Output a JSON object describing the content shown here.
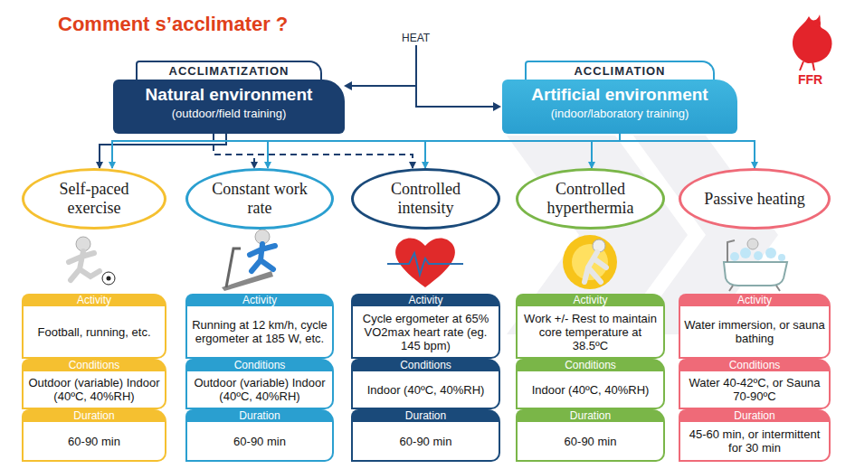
{
  "diagram": {
    "title": "Comment s’acclimater ?",
    "nodes": [
      {
        "text": [
          "ACCLIMATIZATION",
          "Natural environment",
          "(outdoor/field training)"
        ]
      },
      {
        "text": [
          "ACCLIMATION",
          "Artificial environment",
          "(indoor/laboratory training)"
        ]
      },
      {
        "text": [
          "Self-paced exercise"
        ]
      },
      {
        "text": [
          "Constant work rate"
        ]
      },
      {
        "text": [
          "Controlled intensity"
        ]
      },
      {
        "text": [
          "Controlled hyperthermia"
        ]
      },
      {
        "text": [
          "Passive heating"
        ]
      },
      {
        "text": [
          "Activity",
          "Football, running, etc.",
          "Conditions",
          "Outdoor (variable) Indoor (40ºC, 40%RH)",
          "Duration",
          "60-90 min"
        ]
      },
      {
        "text": [
          "Activity",
          "Running at 12 km/h, cycle ergometer at 185 W, etc.",
          "Conditions",
          "Outdoor (variable) Indoor (40ºC, 40%RH)",
          "Duration",
          "60-90 min"
        ]
      },
      {
        "text": [
          "Activity",
          "Cycle ergometer at 65% VO2max heart rate (eg. 145 bpm)",
          "Conditions",
          "Indoor (40ºC, 40%RH)",
          "Duration",
          "60-90 min"
        ]
      },
      {
        "text": [
          "Activity",
          "Work +/- Rest to maintain core temperature at 38.5ºC",
          "Conditions",
          "Indoor (40ºC, 40%RH)",
          "Duration",
          "60-90 min"
        ]
      },
      {
        "text": [
          "Activity",
          "Water immersion, or sauna bathing",
          "Conditions",
          "Water 40-42ºC, or Sauna 70-90ºC",
          "Duration",
          "45-60 min, or intermittent for 30 min"
        ]
      }
    ],
    "edges": [
      {
        "from": 0,
        "to": 2,
        "arrow": "to"
      },
      {
        "from": 0,
        "to": 3,
        "arrow": "to"
      },
      {
        "from": 0,
        "to": 4,
        "arrow": "to"
      },
      {
        "from": 1,
        "to": 2,
        "arrow": "to"
      },
      {
        "from": 1,
        "to": 3,
        "arrow": "to"
      },
      {
        "from": 1,
        "to": 4,
        "arrow": "to"
      },
      {
        "from": 1,
        "to": 5,
        "arrow": "to"
      },
      {
        "from": 1,
        "to": 6,
        "arrow": "to"
      }
    ],
    "labels": [
      "HEAT",
      "FFR"
    ]
  }
}
